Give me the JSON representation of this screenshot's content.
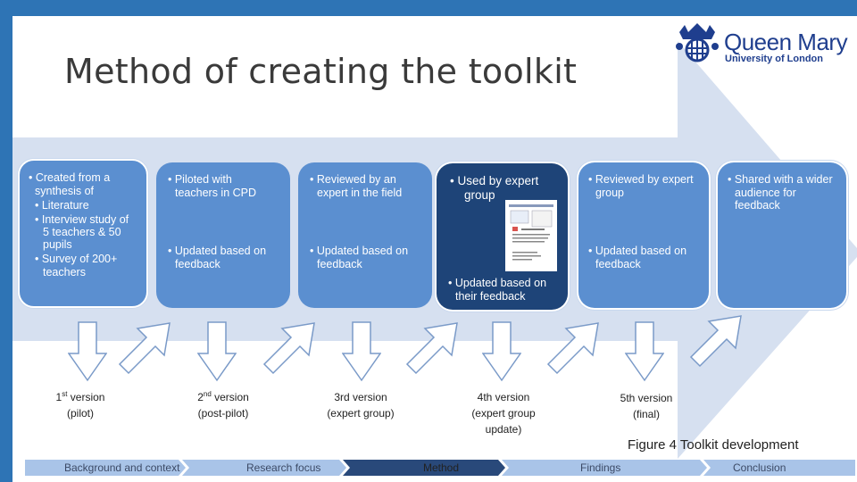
{
  "title": "Method of creating the toolkit",
  "logo": {
    "name": "Queen Mary",
    "sub": "University of London",
    "icon": "crown-portcullis-logo"
  },
  "stages": [
    {
      "lines": [
        "• Created from a",
        "synthesis of",
        "• Literature",
        "• Interview study of",
        "5 teachers & 50",
        "pupils",
        "• Survey of 200+",
        "teachers"
      ]
    },
    {
      "top_lines": [
        "• Piloted with",
        "teachers in CPD"
      ],
      "bottom_lines": [
        "• Updated based on",
        "feedback"
      ]
    },
    {
      "top_lines": [
        "• Reviewed by an",
        "expert in the field"
      ],
      "bottom_lines": [
        "• Updated based on",
        "feedback"
      ]
    },
    {
      "top_lines": [
        "•  Used by expert",
        "group"
      ],
      "bottom_lines": [
        "• Updated based on",
        "their feedback"
      ],
      "thumbnail": "document-thumbnail"
    },
    {
      "top_lines": [
        "• Reviewed by expert",
        "group"
      ],
      "bottom_lines": [
        "• Updated based on",
        "feedback"
      ]
    },
    {
      "top_lines": [
        "• Shared with a wider",
        "audience  for",
        "feedback"
      ]
    }
  ],
  "versions": [
    {
      "num": "1",
      "sup": "st",
      "rest": " version",
      "sub": "(pilot)"
    },
    {
      "num": "2",
      "sup": "nd",
      "rest": " version",
      "sub": "(post-pilot)"
    },
    {
      "num": "3rd version",
      "sup": "",
      "rest": "",
      "sub": "(expert group)"
    },
    {
      "num": "4th version",
      "sup": "",
      "rest": "",
      "sub": "(expert group",
      "sub2": "update)"
    },
    {
      "num": "5th version",
      "sup": "",
      "rest": "",
      "sub": "(final)"
    }
  ],
  "figure_caption": "Figure 4 Toolkit development",
  "nav": {
    "items": [
      "Background and context",
      "Research focus",
      "Method",
      "Findings",
      "Conclusion"
    ],
    "active": "Method"
  },
  "colors": {
    "border_blue": "#2e74b5",
    "big_arrow": "#d6e0f0",
    "stage_blue": "#5b8fd0",
    "stage_dark": "#1e4478",
    "logo_blue": "#1f3e8e",
    "nav_light": "#a9c4e8",
    "nav_dark": "#29497a"
  }
}
